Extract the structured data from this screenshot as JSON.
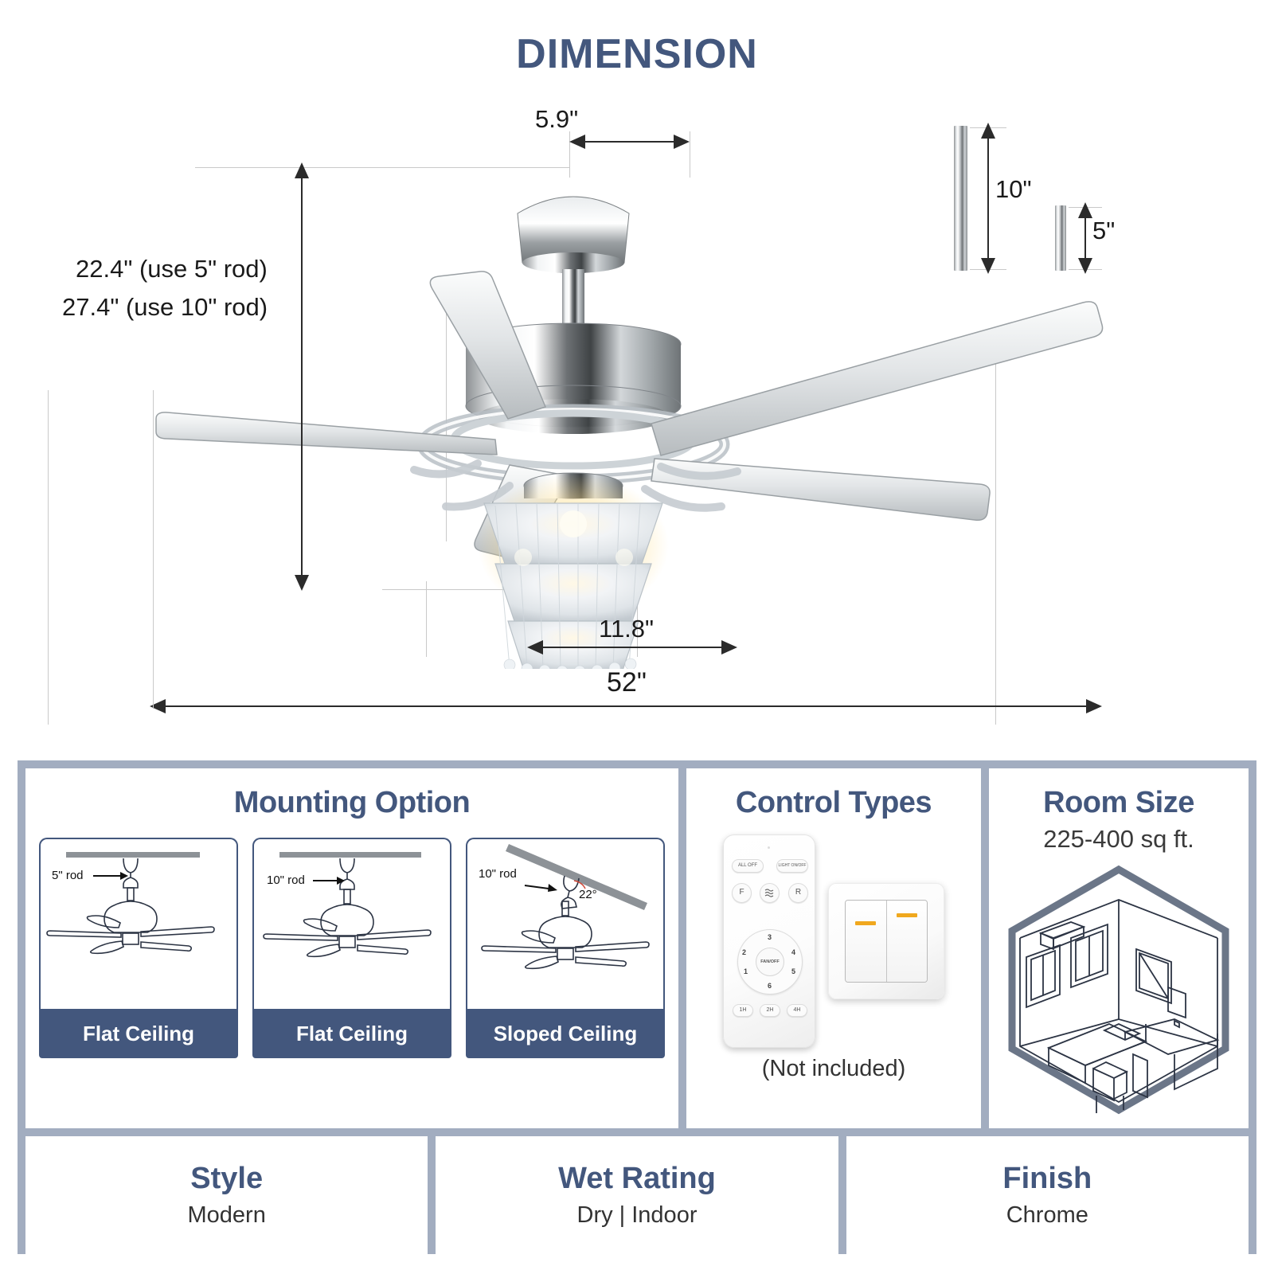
{
  "page": {
    "title": "DIMENSION"
  },
  "dimensions": {
    "canopy_width": "5.9\"",
    "height_5_rod": "22.4\" (use 5\" rod)",
    "height_10_rod": "27.4\" (use 10\" rod)",
    "light_width": "11.8\"",
    "blade_span": "52\"",
    "rod_long": "10\"",
    "rod_short": "5\""
  },
  "mounting": {
    "title": "Mounting Option",
    "options": [
      {
        "rod_label": "5\" rod",
        "angle": "",
        "caption": "Flat Ceiling"
      },
      {
        "rod_label": "10\" rod",
        "angle": "",
        "caption": "Flat Ceiling"
      },
      {
        "rod_label": "10\" rod",
        "angle": "22°",
        "caption": "Sloped Ceiling"
      }
    ]
  },
  "control": {
    "title": "Control Types",
    "note": "(Not included)",
    "remote": {
      "all_off": "ALL OFF",
      "light_on_off": "LIGHT ON/OFF",
      "forward": "F",
      "fan_icon": "fan-speed-icon",
      "reverse": "R",
      "dial_center": "FAN/OFF",
      "dial_numbers": [
        "1",
        "2",
        "3",
        "4",
        "5",
        "6"
      ],
      "timers": [
        "1H",
        "2H",
        "4H"
      ]
    }
  },
  "room": {
    "title": "Room Size",
    "value": "225-400 sq ft."
  },
  "specs": [
    {
      "title": "Style",
      "value": "Modern"
    },
    {
      "title": "Wet Rating",
      "value": "Dry | Indoor"
    },
    {
      "title": "Finish",
      "value": "Chrome"
    }
  ],
  "colors": {
    "accent": "#43577d",
    "panel_border": "#a2adc0",
    "text": "#1a1a1a"
  }
}
